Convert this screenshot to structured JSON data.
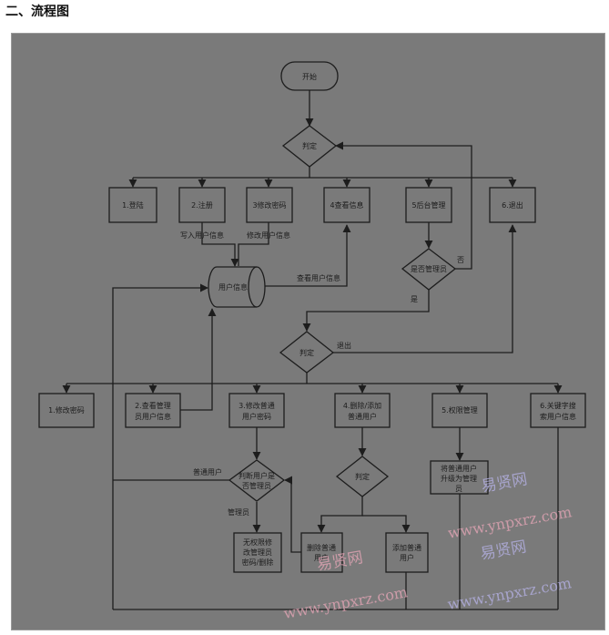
{
  "heading": "二、流程图",
  "nodes": {
    "start": "开始",
    "judge1": "判定",
    "login": "1.登陆",
    "register": "2.注册",
    "change_pwd": "3修改密码",
    "view_info": "4查看信息",
    "admin": "5后台管理",
    "exit": "6.退出",
    "is_admin_line1": "是否管理员",
    "user_db": "用户信息",
    "judge2": "判定",
    "m1": "1.修改密码",
    "m2_line1": "2.查看管理",
    "m2_line2": "员用户信息",
    "m3_line1": "3.修改普通",
    "m3_line2": "用户密码",
    "m4_line1": "4.删除/添加",
    "m4_line2": "普通用户",
    "m5": "5.权限管理",
    "m6_line1": "6.关键字搜",
    "m6_line2": "索用户信息",
    "judge_user_line1": "判断用户是",
    "judge_user_line2": "否管理员",
    "judge3": "判定",
    "upgrade_line1": "将普通用户",
    "upgrade_line2": "升级为管理",
    "upgrade_line3": "员",
    "noperm_line1": "无权限修",
    "noperm_line2": "改管理员",
    "noperm_line3": "密码/删除",
    "delete_line1": "删除普通",
    "delete_line2": "用户",
    "add_line1": "添加普通",
    "add_line2": "用户"
  },
  "edge_labels": {
    "write_user": "写入用户信息",
    "modify_user": "修改用户信息",
    "view_user": "查看用户信息",
    "no": "否",
    "yes": "是",
    "exit": "退出",
    "normal_user": "普通用户",
    "admin": "管理员"
  },
  "watermark": {
    "brand": "易贤网",
    "url": "www.ynpxrz.com"
  }
}
